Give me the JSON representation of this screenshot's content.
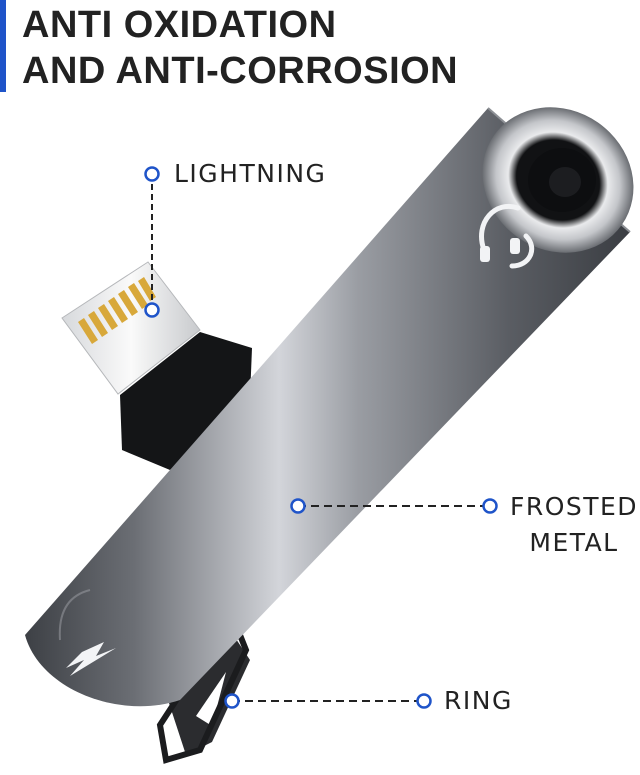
{
  "headline": {
    "line1": "ANTI OXIDATION",
    "line2": "AND ANTI-CORROSION"
  },
  "callouts": {
    "lightning": "LIGHTNING",
    "frosted_line1": "FROSTED",
    "frosted_line2": "METAL",
    "ring": "RING"
  },
  "colors": {
    "accent_blue": "#1f54c9",
    "text": "#222222",
    "metal_dark": "#55585d",
    "metal_light": "#c9cbd0"
  },
  "icons": {
    "body_top": "headphone-icon",
    "body_bottom": "lightning-bolt-icon"
  }
}
